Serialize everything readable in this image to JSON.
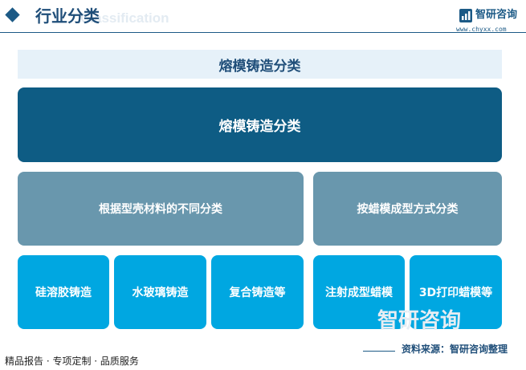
{
  "header": {
    "title": "行业分类",
    "watermark": "Classification",
    "brand": {
      "name": "智研咨询",
      "url": "www.chyxx.com",
      "logo_icon": "chart-bars-logo"
    },
    "accent_color": "#1c5a86"
  },
  "diagram": {
    "title": "熔模铸造分类",
    "root": "熔模铸造分类",
    "categories": [
      {
        "label": "根据型壳材料的不同分类",
        "children": [
          "硅溶胶铸造",
          "水玻璃铸造",
          "复合铸造等"
        ]
      },
      {
        "label": "按蜡模成型方式分类",
        "children": [
          "注射成型蜡模",
          "3D打印蜡模等"
        ]
      }
    ],
    "colors": {
      "root": "#0e5c84",
      "category": "#6997ad",
      "leaf": "#00a7e1",
      "title_band": "#e6f1f9"
    }
  },
  "footer": {
    "left": "精品报告 · 专项定制 · 品质服务",
    "source": "资料来源：智研咨询整理",
    "watermark": "智研咨询"
  }
}
